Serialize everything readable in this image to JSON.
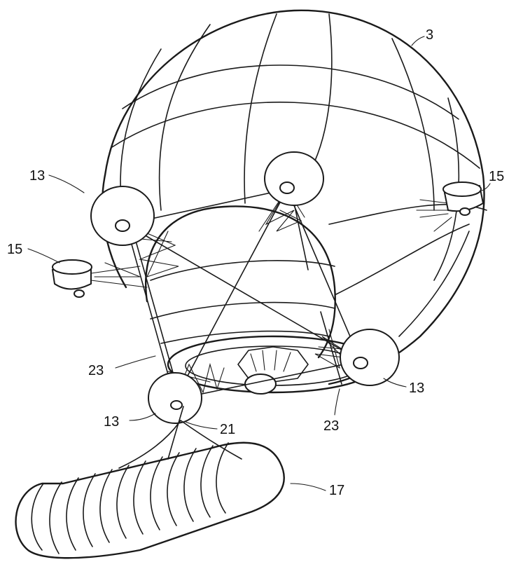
{
  "labels": {
    "main_sphere": "3",
    "node_top_left": "13",
    "node_right": "13",
    "node_bottom": "13",
    "pod_right": "15",
    "pod_left": "15",
    "pod_bottom_module": "17",
    "tether": "21",
    "strut_left": "23",
    "strut_right": "23"
  },
  "colors": {
    "ink": "#1a1a1a",
    "paper": "#ffffff"
  }
}
